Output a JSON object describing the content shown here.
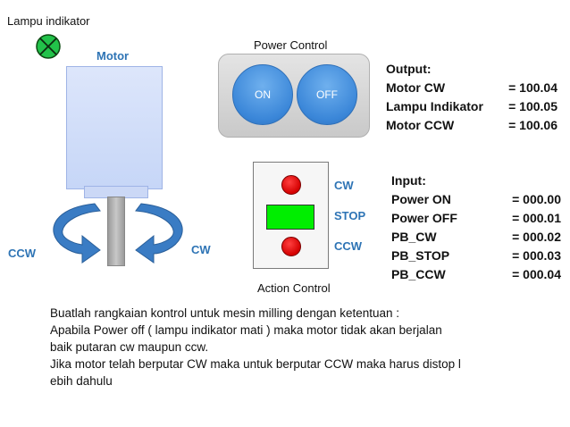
{
  "lamp": {
    "label": "Lampu indikator",
    "color": "#22c24a"
  },
  "motor": {
    "label": "Motor",
    "ccw_label": "CCW",
    "cw_label": "CW"
  },
  "power_control": {
    "title": "Power Control",
    "on_label": "ON",
    "off_label": "OFF"
  },
  "action_control": {
    "title": "Action Control",
    "cw_label": "CW",
    "stop_label": "STOP",
    "ccw_label": "CCW"
  },
  "output": {
    "title": "Output:",
    "rows": [
      {
        "name": "Motor CW",
        "addr": "= 100.04"
      },
      {
        "name": "Lampu Indikator",
        "addr": "= 100.05"
      },
      {
        "name": "Motor CCW",
        "addr": "= 100.06"
      }
    ]
  },
  "input": {
    "title": "Input:",
    "rows": [
      {
        "name": "Power ON",
        "addr": "= 000.00"
      },
      {
        "name": "Power OFF",
        "addr": "= 000.01"
      },
      {
        "name": "PB_CW",
        "addr": "= 000.02"
      },
      {
        "name": "PB_STOP",
        "addr": "= 000.03"
      },
      {
        "name": "PB_CCW",
        "addr": "= 000.04"
      }
    ]
  },
  "description": {
    "lines": [
      "Buatlah rangkaian kontrol untuk mesin milling dengan ketentuan :",
      "Apabila Power off ( lampu indikator mati ) maka motor tidak akan berjalan",
      "baik putaran cw  maupun ccw.",
      "Jika motor telah berputar CW maka  untuk berputar CCW maka harus distop l",
      "ebih dahulu"
    ]
  },
  "colors": {
    "label_blue": "#2e74b5",
    "arrow_blue": "#3a7cc4",
    "stop_green": "#00ee00",
    "button_red": "#d40000"
  }
}
